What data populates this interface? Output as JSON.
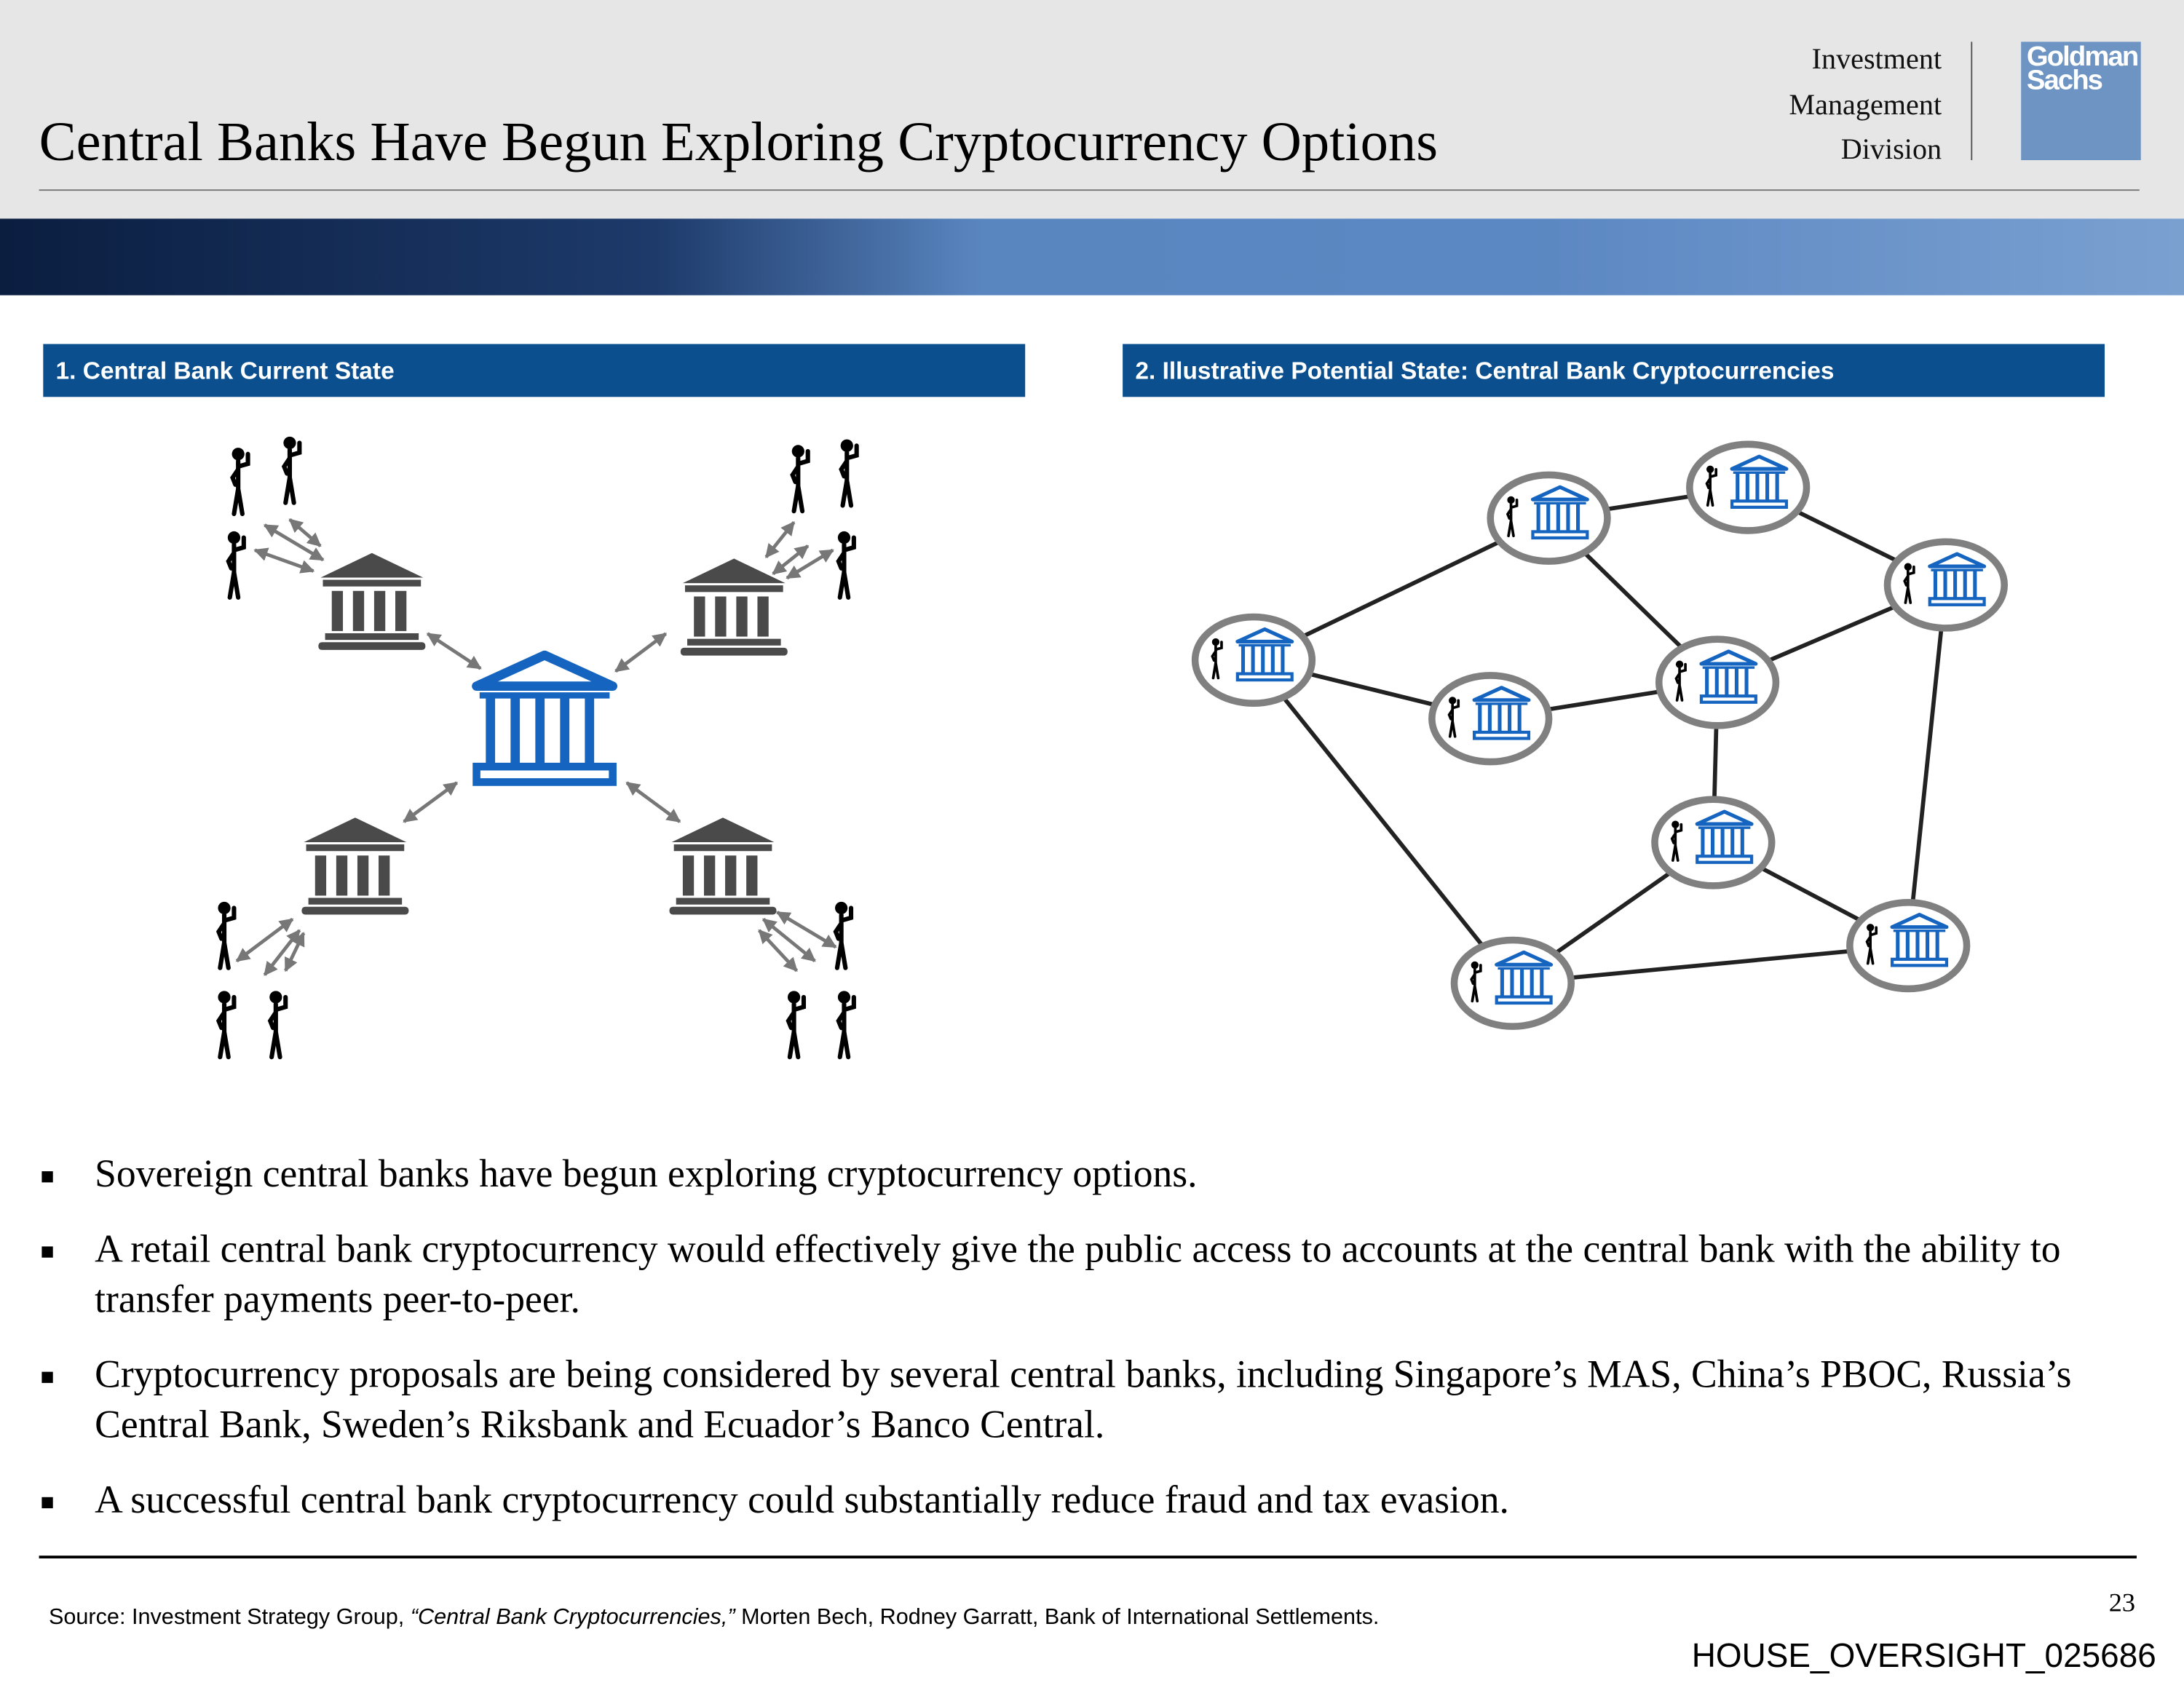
{
  "header": {
    "title": "Central Banks Have Begun Exploring Cryptocurrency Options",
    "division": [
      "Investment",
      "Management",
      "Division"
    ],
    "logo": [
      "Goldman",
      "Sachs"
    ]
  },
  "sections": {
    "left": "1. Central Bank Current State",
    "right": "2. Illustrative Potential State: Central Bank Cryptocurrencies"
  },
  "bullets": [
    "Sovereign central banks have begun exploring cryptocurrency options.",
    "A retail central bank cryptocurrency would effectively give the public access to accounts at the central bank with the ability to transfer payments peer-to-peer.",
    "Cryptocurrency proposals are being considered by several central banks, including Singapore’s MAS, China’s PBOC, Russia’s Central Bank, Sweden’s Riksbank and Ecuador’s Banco Central.",
    "A successful central bank cryptocurrency could substantially reduce fraud and tax evasion."
  ],
  "footer": {
    "source_prefix": "Source: Investment Strategy Group, ",
    "source_title": "“Central Bank Cryptocurrencies,”",
    "source_suffix": " Morten Bech, Rodney Garratt, Bank of International Settlements.",
    "page": "23",
    "bates": "HOUSE_OVERSIGHT_025686"
  },
  "colors": {
    "accent": "#0b4f8f",
    "bank_blue": "#1565c0",
    "bank_gray": "#4a4a4a"
  }
}
